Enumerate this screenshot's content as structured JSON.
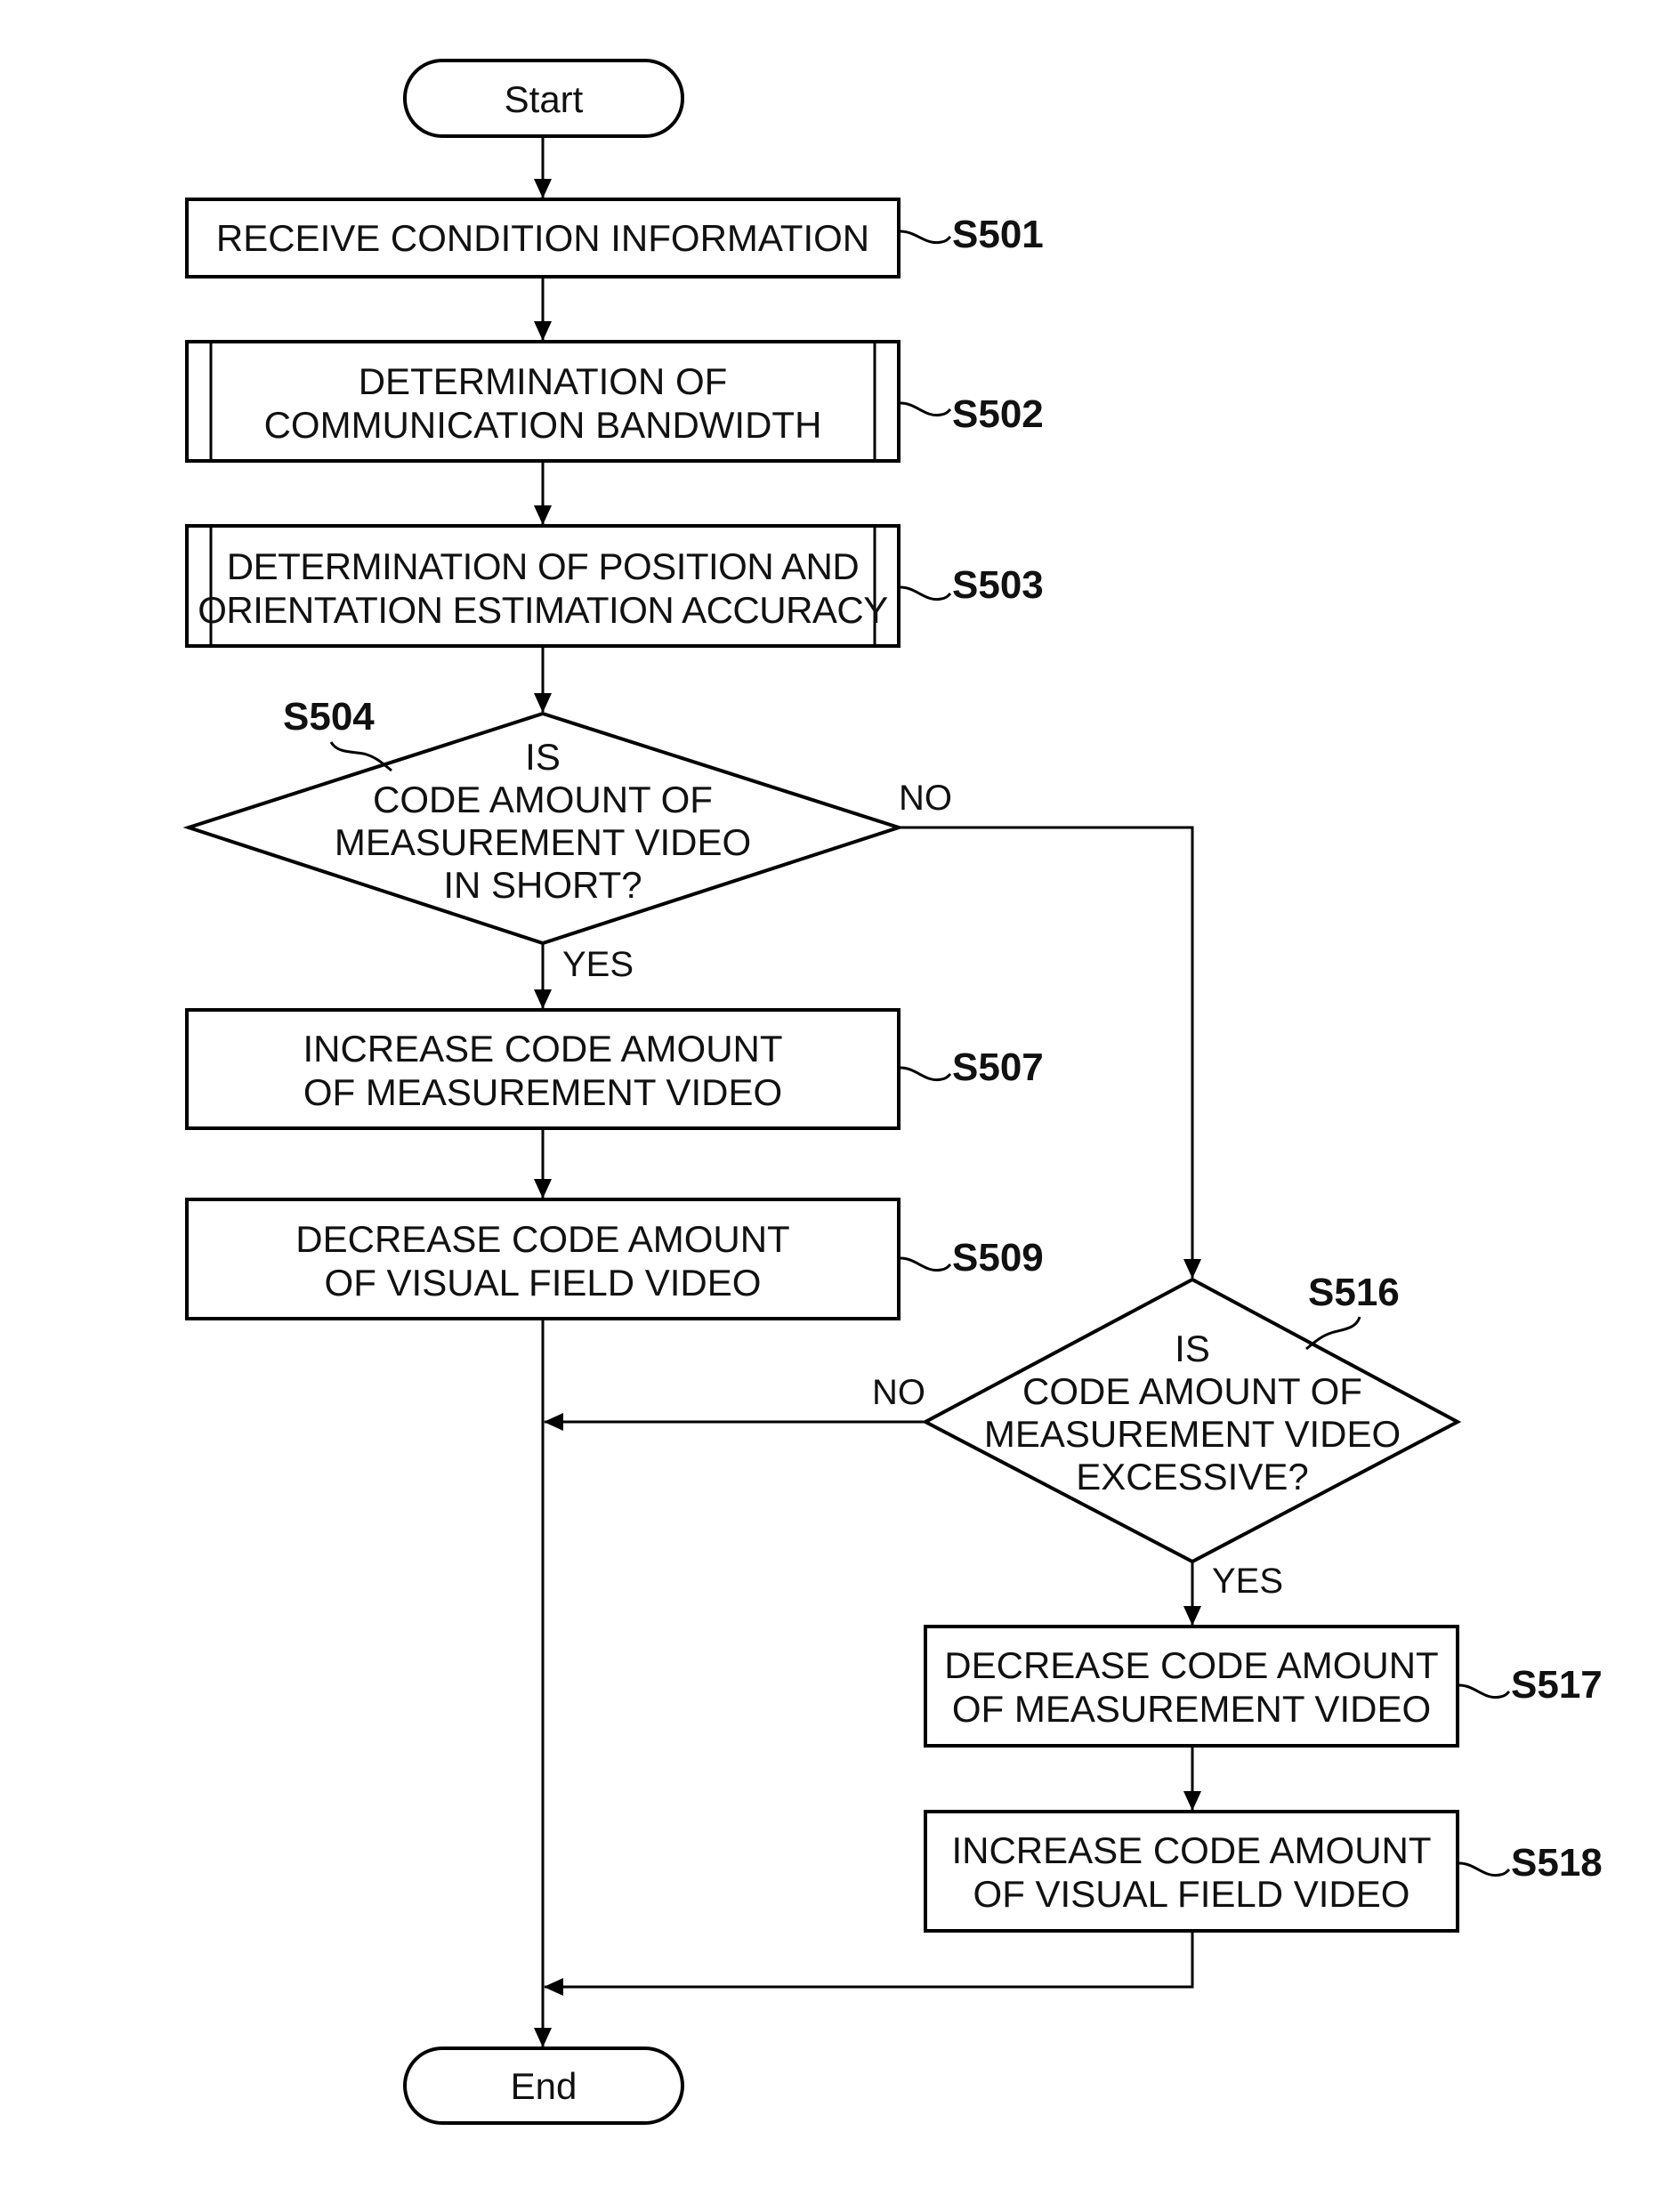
{
  "terminals": {
    "start": "Start",
    "end": "End"
  },
  "steps": {
    "s501": {
      "id": "S501",
      "lines": [
        "RECEIVE CONDITION INFORMATION"
      ]
    },
    "s502": {
      "id": "S502",
      "lines": [
        "DETERMINATION OF",
        "COMMUNICATION BANDWIDTH"
      ]
    },
    "s503": {
      "id": "S503",
      "lines": [
        "DETERMINATION OF POSITION AND",
        "ORIENTATION ESTIMATION ACCURACY"
      ]
    },
    "s504": {
      "id": "S504",
      "lines": [
        "IS",
        "CODE AMOUNT OF",
        "MEASUREMENT VIDEO",
        "IN SHORT?"
      ]
    },
    "s507": {
      "id": "S507",
      "lines": [
        "INCREASE CODE AMOUNT",
        "OF MEASUREMENT VIDEO"
      ]
    },
    "s509": {
      "id": "S509",
      "lines": [
        "DECREASE CODE AMOUNT",
        "OF VISUAL FIELD VIDEO"
      ]
    },
    "s516": {
      "id": "S516",
      "lines": [
        "IS",
        "CODE AMOUNT OF",
        "MEASUREMENT VIDEO",
        "EXCESSIVE?"
      ]
    },
    "s517": {
      "id": "S517",
      "lines": [
        "DECREASE CODE AMOUNT",
        "OF MEASUREMENT VIDEO"
      ]
    },
    "s518": {
      "id": "S518",
      "lines": [
        "INCREASE CODE AMOUNT",
        "OF VISUAL FIELD VIDEO"
      ]
    }
  },
  "branches": {
    "s504_yes": "YES",
    "s504_no": "NO",
    "s516_yes": "YES",
    "s516_no": "NO"
  },
  "colors": {
    "stroke": "#000000",
    "fill": "#ffffff",
    "text": "#111111"
  }
}
